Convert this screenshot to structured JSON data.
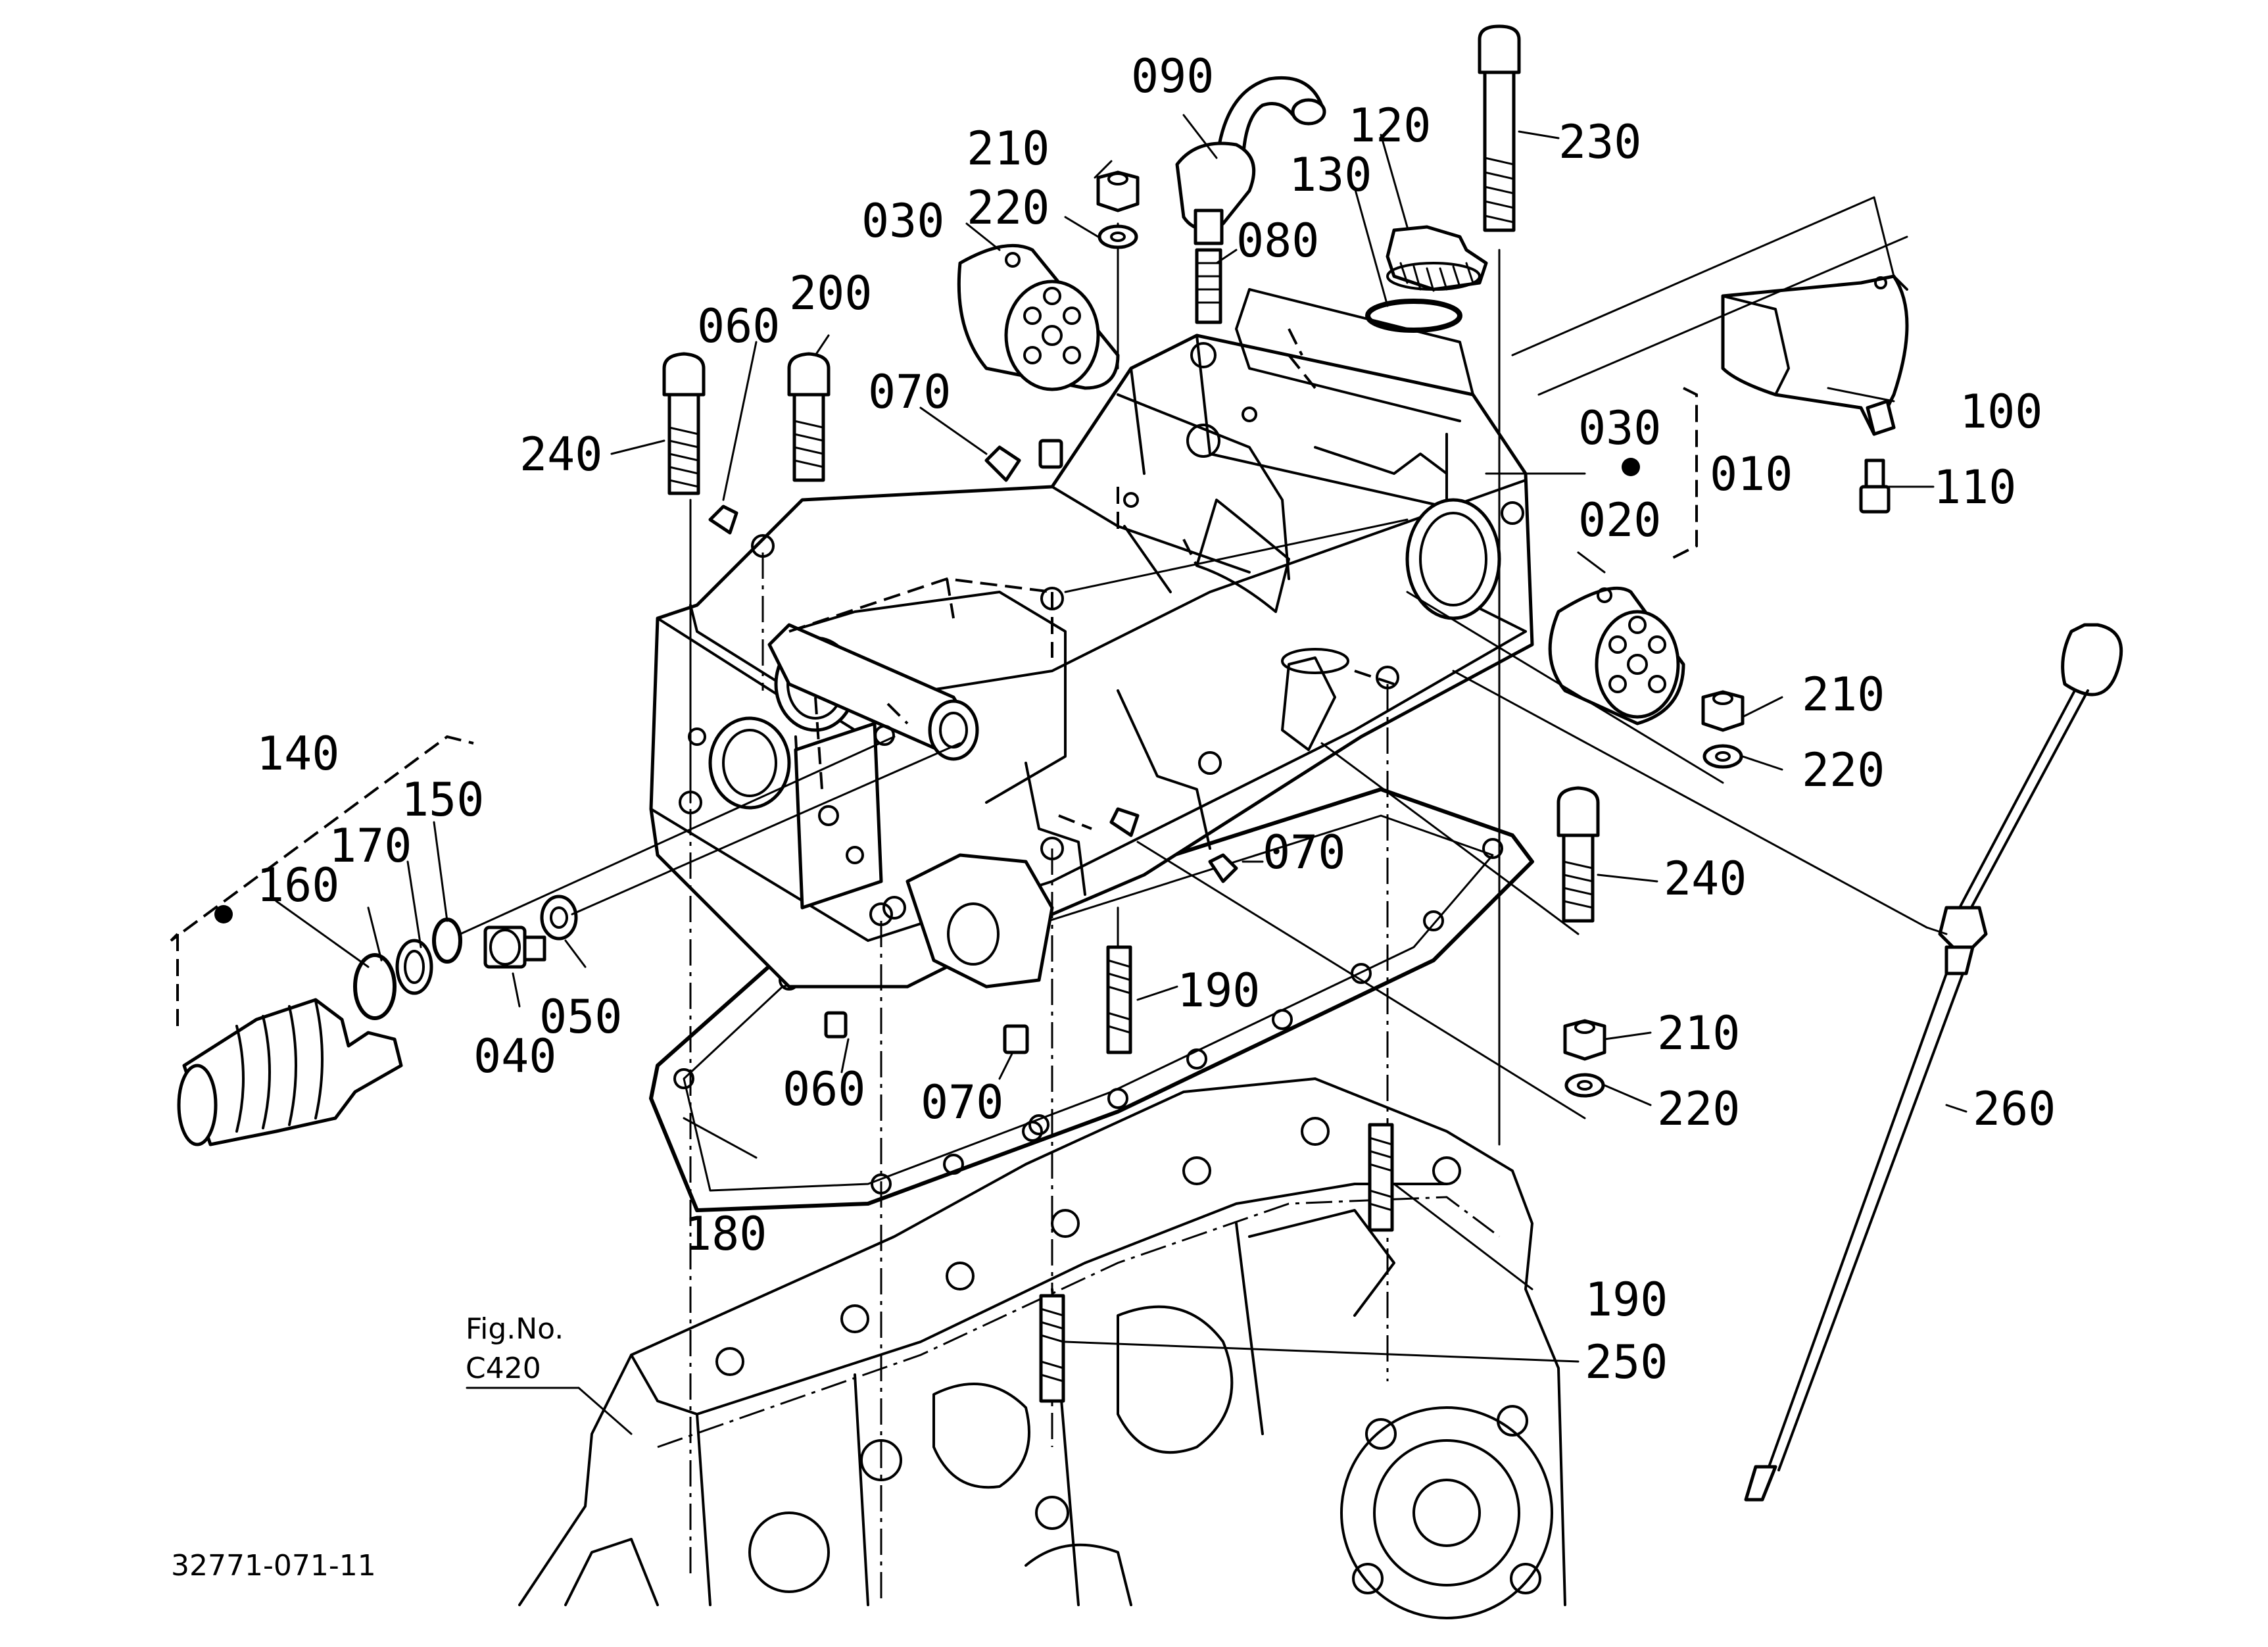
{
  "figure_reference": {
    "line1": "Fig.No.",
    "line2": "C420"
  },
  "drawing_number": "32771-071-11",
  "part_numbers": {
    "p010": "010",
    "p020": "020",
    "p030a": "030",
    "p030b": "030",
    "p040": "040",
    "p050": "050",
    "p060a": "060",
    "p060b": "060",
    "p070a": "070",
    "p070b": "070",
    "p070c": "070",
    "p080": "080",
    "p090": "090",
    "p100": "100",
    "p110": "110",
    "p120": "120",
    "p130": "130",
    "p140": "140",
    "p150": "150",
    "p160": "160",
    "p170": "170",
    "p180": "180",
    "p190a": "190",
    "p190b": "190",
    "p200": "200",
    "p210a": "210",
    "p210b": "210",
    "p210c": "210",
    "p220a": "220",
    "p220b": "220",
    "p220c": "220",
    "p230": "230",
    "p240a": "240",
    "p240b": "240",
    "p250": "250",
    "p260": "260"
  }
}
